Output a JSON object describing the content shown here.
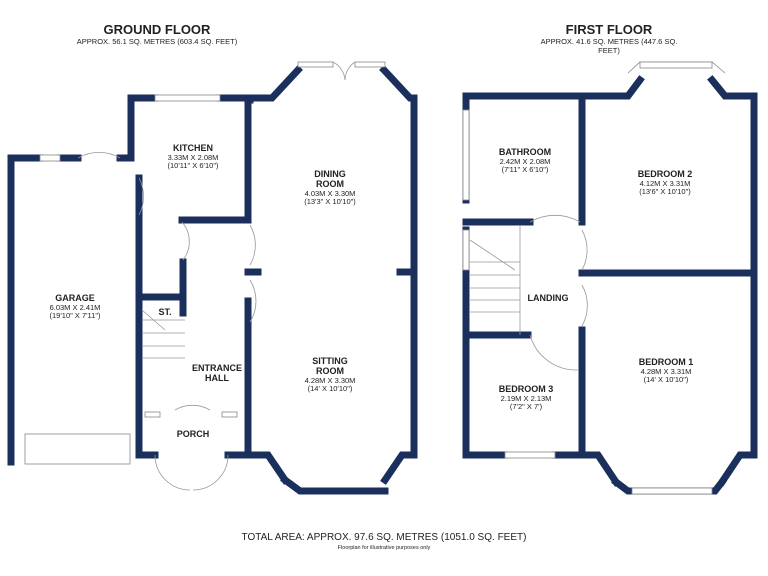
{
  "ground_floor": {
    "title": "GROUND FLOOR",
    "area": "APPROX. 56.1 SQ. METRES (603.4 SQ. FEET)",
    "rooms": [
      {
        "name": "KITCHEN",
        "metric": "3.33M X 2.08M",
        "imperial": "(10'11\" X 6'10\")"
      },
      {
        "name": "DINING ROOM",
        "metric": "4.03M X 3.30M",
        "imperial": "(13'3\" X 10'10\")"
      },
      {
        "name": "GARAGE",
        "metric": "6.03M X 2.41M",
        "imperial": "(19'10\" X 7'11\")"
      },
      {
        "name": "ST.",
        "metric": "",
        "imperial": ""
      },
      {
        "name": "ENTRANCE HALL",
        "metric": "",
        "imperial": ""
      },
      {
        "name": "SITTING ROOM",
        "metric": "4.28M X 3.30M",
        "imperial": "(14' X 10'10\")"
      },
      {
        "name": "PORCH",
        "metric": "",
        "imperial": ""
      }
    ]
  },
  "first_floor": {
    "title": "FIRST FLOOR",
    "area": "APPROX. 41.6 SQ. METRES (447.6 SQ. FEET)",
    "rooms": [
      {
        "name": "BATHROOM",
        "metric": "2.42M X 2.08M",
        "imperial": "(7'11\" X 6'10\")"
      },
      {
        "name": "BEDROOM 2",
        "metric": "4.12M X 3.31M",
        "imperial": "(13'6\" X 10'10\")"
      },
      {
        "name": "LANDING",
        "metric": "",
        "imperial": ""
      },
      {
        "name": "BEDROOM 1",
        "metric": "4.28M X 3.31M",
        "imperial": "(14' X 10'10\")"
      },
      {
        "name": "BEDROOM 3",
        "metric": "2.19M X 2.13M",
        "imperial": "(7'2\" X 7')"
      }
    ]
  },
  "footer": {
    "total": "TOTAL AREA: APPROX. 97.6 SQ. METRES (1051.0 SQ. FEET)",
    "disclaimer": "Floorplan for illustrative purposes only"
  },
  "colors": {
    "wall": "#1b2f5c"
  }
}
